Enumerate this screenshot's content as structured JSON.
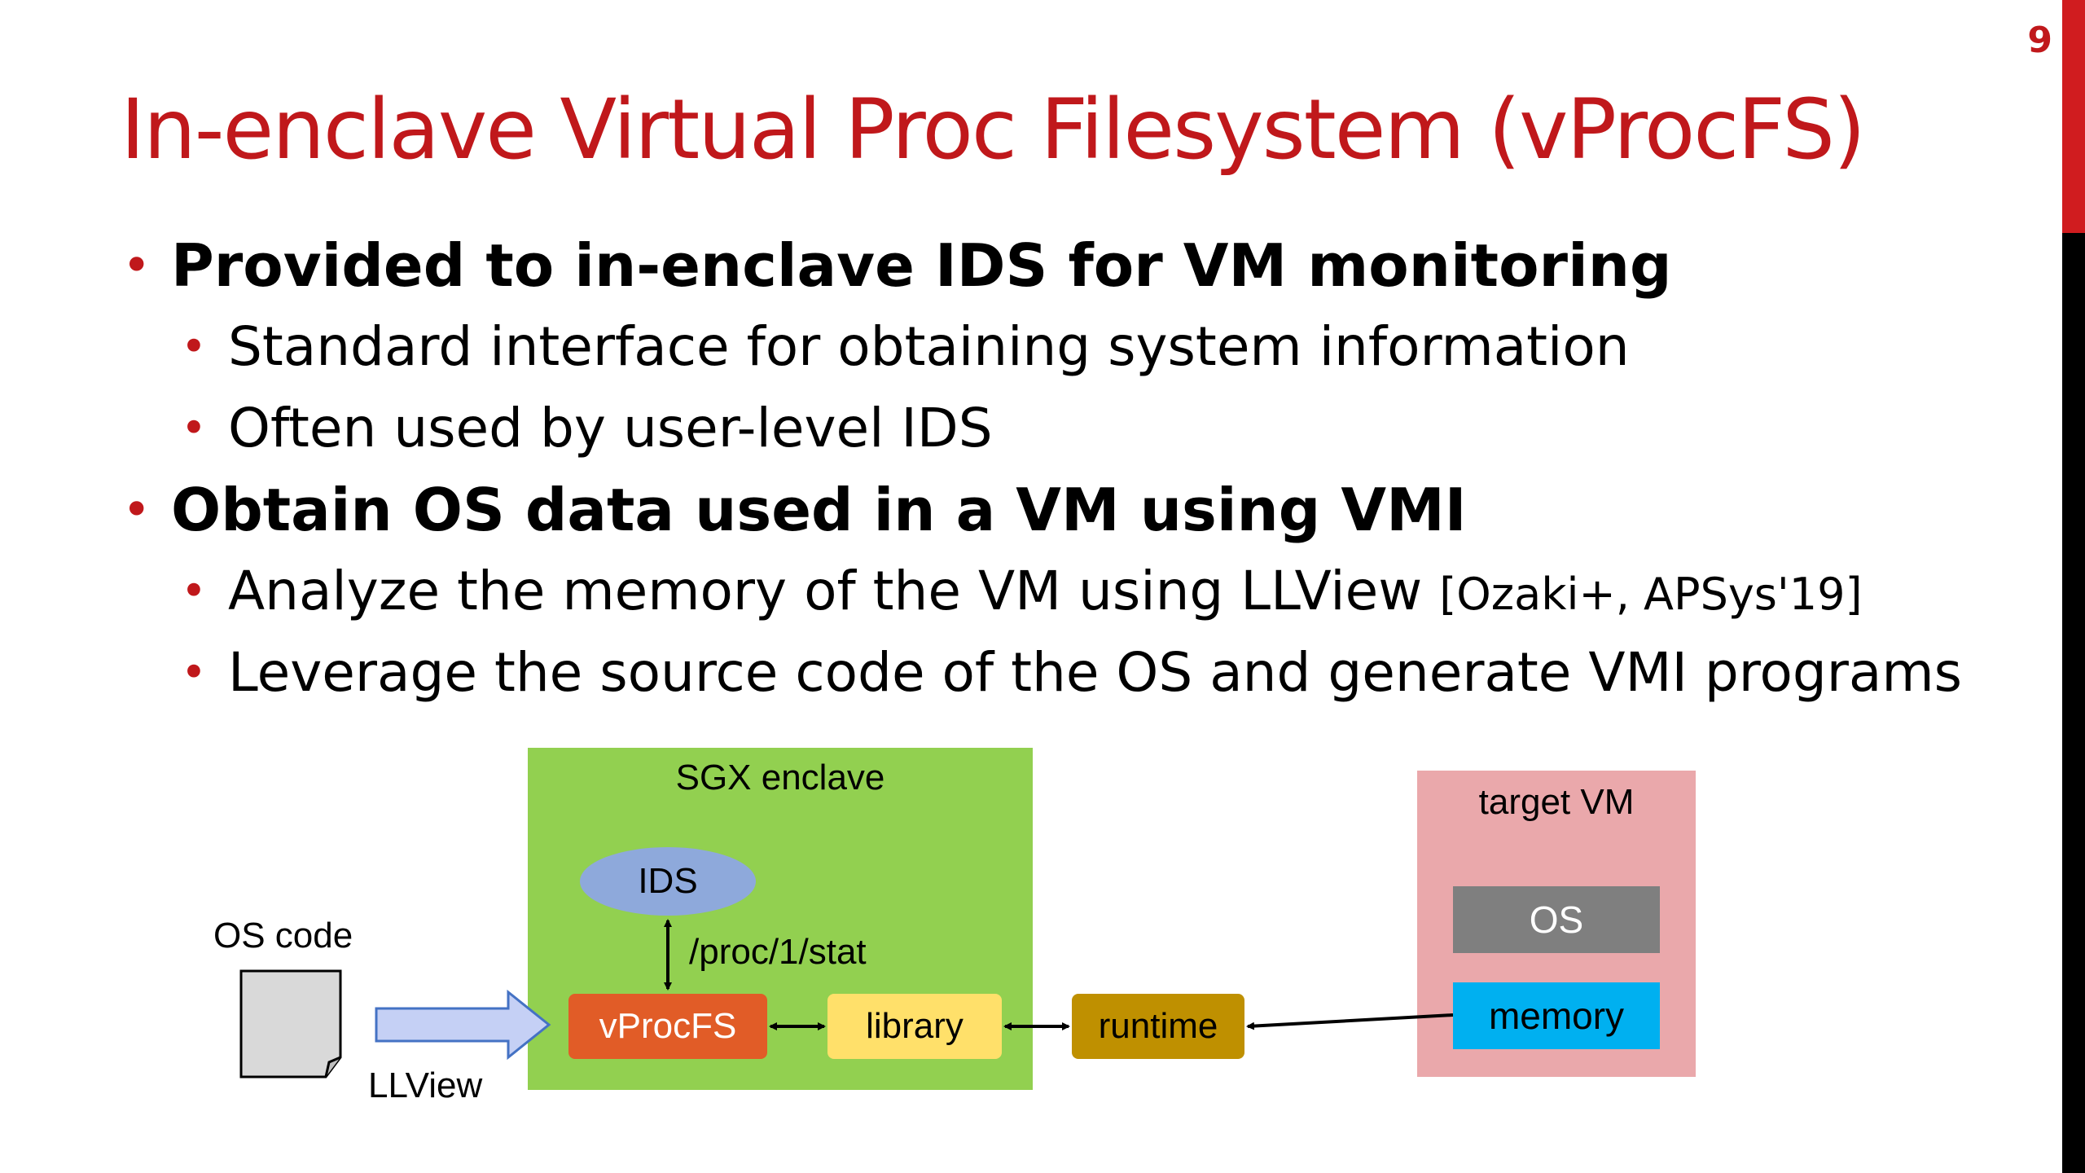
{
  "page_number": "9",
  "title": "In-enclave Virtual Proc Filesystem (vProcFS)",
  "bullets": [
    {
      "text": "Provided to in-enclave IDS for VM monitoring",
      "sub": [
        "Standard interface for obtaining system information",
        "Often used by user-level IDS"
      ]
    },
    {
      "text": "Obtain OS data used in a VM using VMI",
      "sub": [
        "Analyze the memory of the VM using LLView",
        "Leverage the source code of the OS and generate VMI programs"
      ],
      "ref": "[Ozaki+, APSys'19]"
    }
  ],
  "diagram": {
    "enclave_label": "SGX enclave",
    "ids": "IDS",
    "proc_path": "/proc/1/stat",
    "vprocfs": "vProcFS",
    "library": "library",
    "runtime": "runtime",
    "target_vm_label": "target VM",
    "os": "OS",
    "memory": "memory",
    "os_code": "OS code",
    "llview": "LLView"
  },
  "colors": {
    "accent": "#c0181b",
    "enclave": "#92d050",
    "target_vm": "#eaa8ab",
    "ids": "#8ea9db",
    "vprocfs": "#e15c27",
    "library": "#ffe06a",
    "runtime": "#bf9000",
    "os": "#7f7f7f",
    "memory": "#00b0f0"
  }
}
